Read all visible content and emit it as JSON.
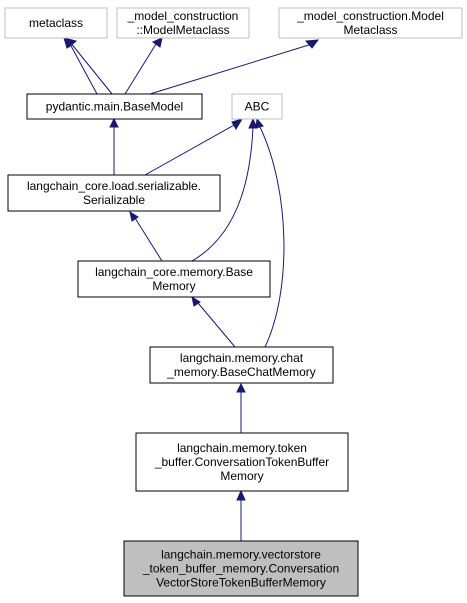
{
  "diagram": {
    "colors": {
      "edge": "#191970",
      "border_dark": "#000000",
      "border_gray": "#bfbfbf",
      "highlight_fill": "#bfbfbf",
      "fill": "#ffffff"
    },
    "nodes": [
      {
        "id": "metaclass",
        "lines": [
          "metaclass"
        ],
        "style": "gray"
      },
      {
        "id": "model-metaclass-ns",
        "lines": [
          "_model_construction",
          "::ModelMetaclass"
        ],
        "style": "gray"
      },
      {
        "id": "model-metaclass-dot",
        "lines": [
          "_model_construction.Model",
          "Metaclass"
        ],
        "style": "gray"
      },
      {
        "id": "base-model",
        "lines": [
          "pydantic.main.BaseModel"
        ],
        "style": "dark"
      },
      {
        "id": "abc",
        "lines": [
          "ABC"
        ],
        "style": "gray"
      },
      {
        "id": "serializable",
        "lines": [
          "langchain_core.load.serializable.",
          "Serializable"
        ],
        "style": "dark"
      },
      {
        "id": "base-memory",
        "lines": [
          "langchain_core.memory.Base",
          "Memory"
        ],
        "style": "dark"
      },
      {
        "id": "base-chat-memory",
        "lines": [
          "langchain.memory.chat",
          "_memory.BaseChatMemory"
        ],
        "style": "dark"
      },
      {
        "id": "token-buffer-memory",
        "lines": [
          "langchain.memory.token",
          "_buffer.ConversationTokenBuffer",
          "Memory"
        ],
        "style": "dark"
      },
      {
        "id": "vectorstore-token-buffer-memory",
        "lines": [
          "langchain.memory.vectorstore",
          "_token_buffer_memory.Conversation",
          "VectorStoreTokenBufferMemory"
        ],
        "style": "highlight"
      }
    ],
    "edges": [
      {
        "from": "base-model",
        "to": "metaclass"
      },
      {
        "from": "base-model",
        "to": "metaclass"
      },
      {
        "from": "base-model",
        "to": "model-metaclass-ns"
      },
      {
        "from": "base-model",
        "to": "model-metaclass-dot"
      },
      {
        "from": "serializable",
        "to": "base-model"
      },
      {
        "from": "serializable",
        "to": "abc"
      },
      {
        "from": "base-memory",
        "to": "serializable"
      },
      {
        "from": "base-memory",
        "to": "abc"
      },
      {
        "from": "base-chat-memory",
        "to": "base-memory"
      },
      {
        "from": "base-chat-memory",
        "to": "abc"
      },
      {
        "from": "token-buffer-memory",
        "to": "base-chat-memory"
      },
      {
        "from": "vectorstore-token-buffer-memory",
        "to": "token-buffer-memory"
      }
    ]
  }
}
